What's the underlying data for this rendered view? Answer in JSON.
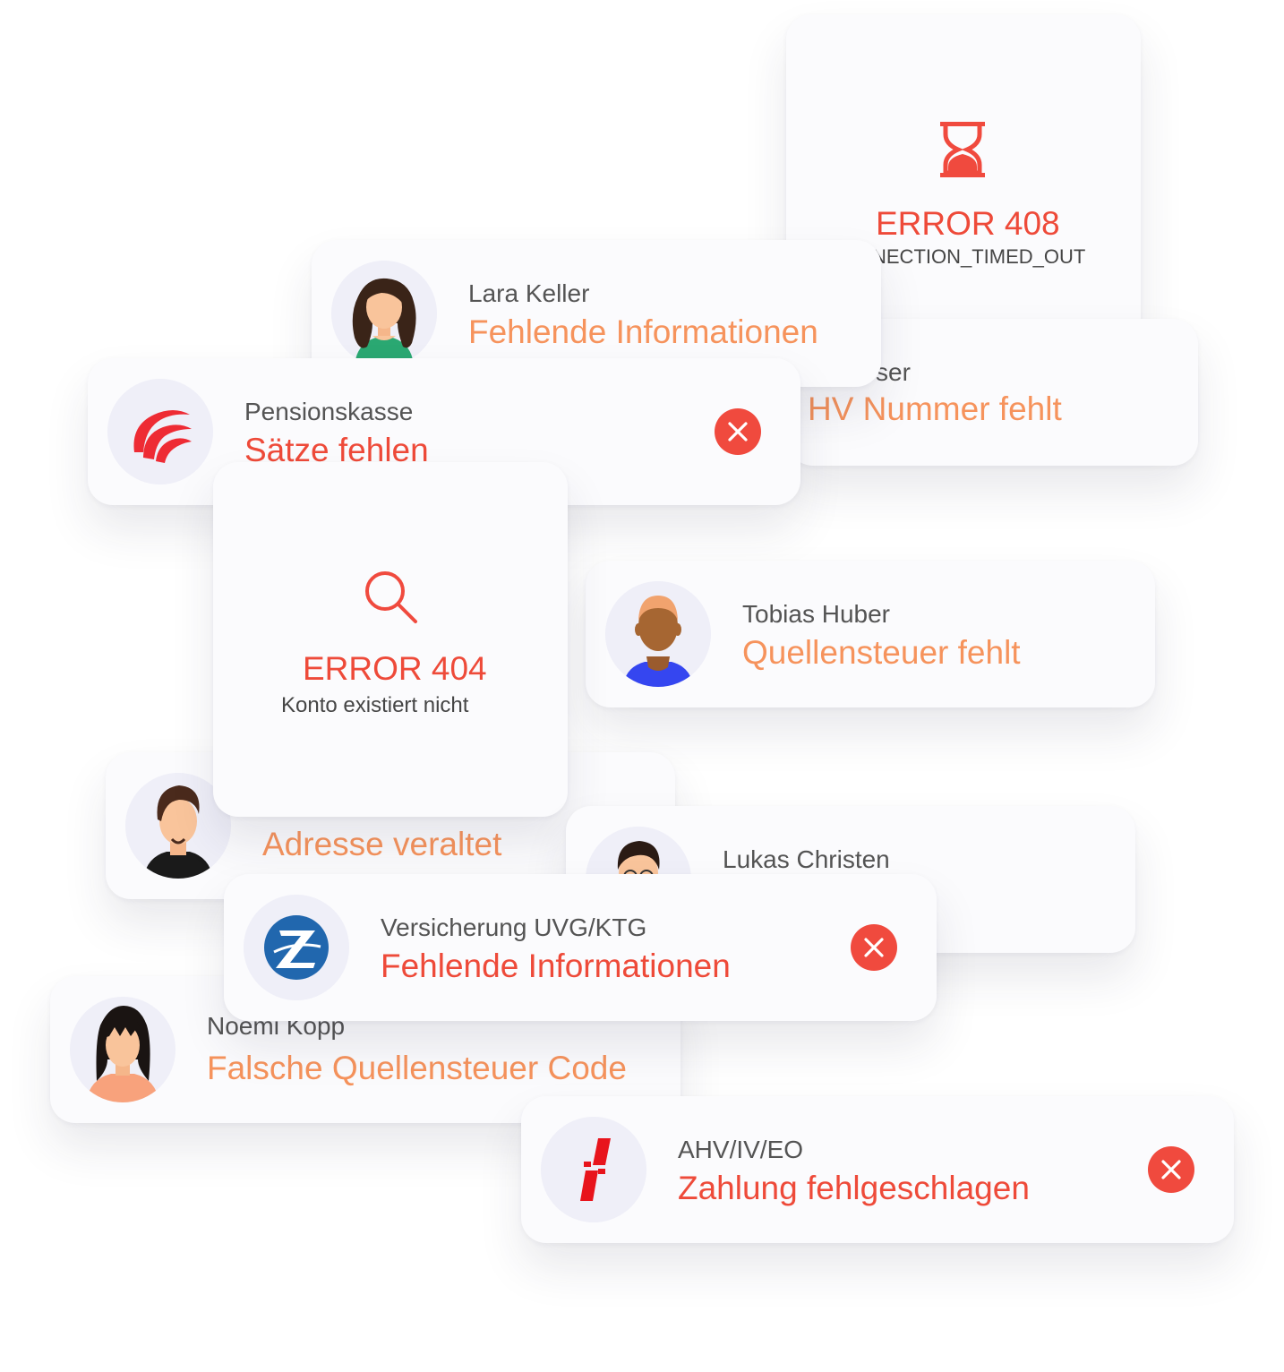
{
  "error408": {
    "code": "ERROR 408",
    "message": "NECTION_TIMED_OUT",
    "icon": "hourglass-icon"
  },
  "ahv_user": {
    "name": "ser",
    "issue": "HV Nummer fehlt"
  },
  "lara": {
    "name": "Lara Keller",
    "issue": "Fehlende Informationen"
  },
  "pension": {
    "name": "Pensionskasse",
    "issue": "Sätze fehlen",
    "icon": "pensionskasse-logo"
  },
  "error404": {
    "code": "ERROR 404",
    "message": "Konto existiert nicht",
    "icon": "search-icon"
  },
  "tobias": {
    "name": "Tobias Huber",
    "issue": "Quellensteuer fehlt"
  },
  "adresse": {
    "issue": "Adresse veraltet"
  },
  "lukas": {
    "name": "Lukas Christen"
  },
  "versicherung": {
    "name": "Versicherung UVG/KTG",
    "issue": "Fehlende Informationen",
    "icon": "zurich-logo"
  },
  "noemi": {
    "name": "Noemi Kopp",
    "issue": "Falsche Quellensteuer Code"
  },
  "ahv": {
    "name": "AHV/IV/EO",
    "issue": "Zahlung fehlgeschlagen",
    "icon": "ahv-logo"
  },
  "colors": {
    "accent_red": "#ee4a39",
    "accent_orange": "#f6935c",
    "close_button": "#f04a3e"
  }
}
